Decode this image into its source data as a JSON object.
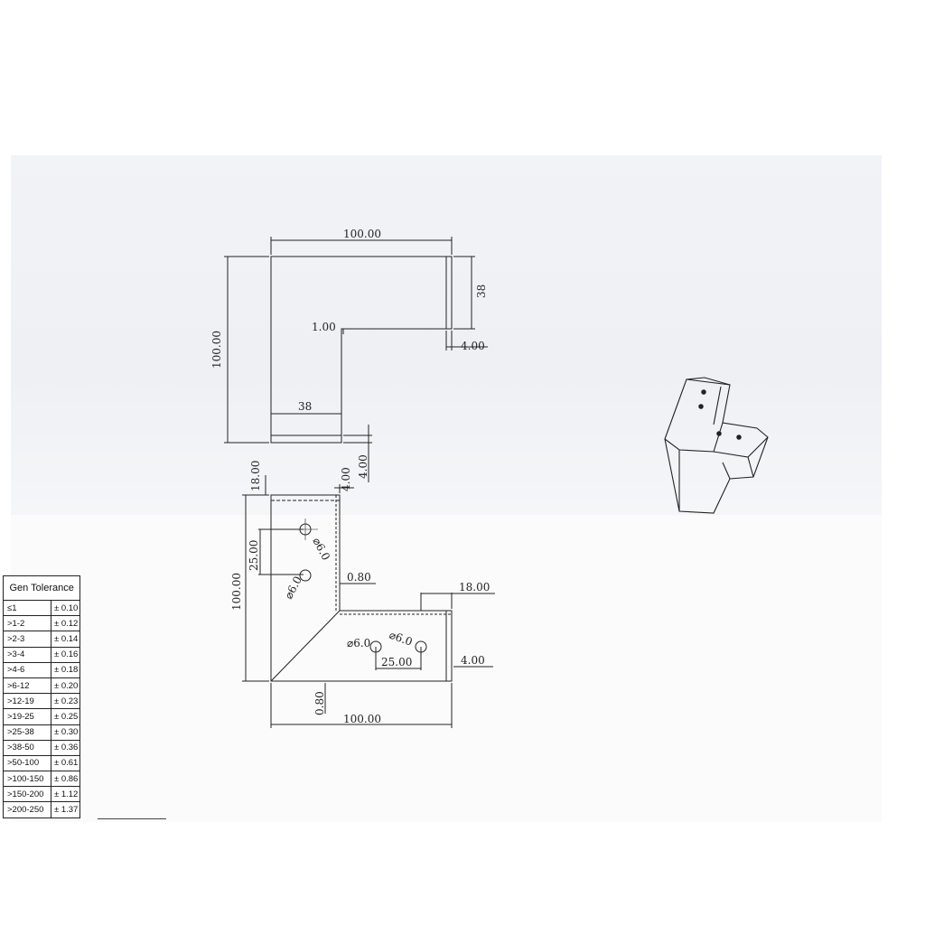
{
  "top_view": {
    "width_label": "100.00",
    "height_label": "100.00",
    "arm_depth_label": "38",
    "inner_arm_label": "38",
    "bend_label": "1.00",
    "thickness_right_label": "4.00",
    "thickness_bottom_label": "4.00"
  },
  "flat_view": {
    "flange_top_label": "18.00",
    "thickness_top_label": "4.00",
    "hole_spacing_vertical_label": "25.00",
    "height_label": "100.00",
    "gap_right_label": "0.80",
    "flange_right_label": "18.00",
    "hole_spacing_horizontal_label": "25.00",
    "thickness_right_label": "4.00",
    "gap_bottom_label": "0.80",
    "width_label": "100.00",
    "hole_labels": [
      "⌀6.0",
      "⌀6.0",
      "⌀6.0",
      "⌀6.0"
    ]
  },
  "tolerance_table": {
    "title": "Gen Tolerance",
    "rows": [
      {
        "range": "≤1",
        "value": "± 0.10"
      },
      {
        "range": ">1-2",
        "value": "± 0.12"
      },
      {
        "range": ">2-3",
        "value": "± 0.14"
      },
      {
        "range": ">3-4",
        "value": "± 0.16"
      },
      {
        "range": ">4-6",
        "value": "± 0.18"
      },
      {
        "range": ">6-12",
        "value": "± 0.20"
      },
      {
        "range": ">12-19",
        "value": "± 0.23"
      },
      {
        "range": ">19-25",
        "value": "± 0.25"
      },
      {
        "range": ">25-38",
        "value": "± 0.30"
      },
      {
        "range": ">38-50",
        "value": "± 0.36"
      },
      {
        "range": ">50-100",
        "value": "± 0.61"
      },
      {
        "range": ">100-150",
        "value": "± 0.86"
      },
      {
        "range": ">150-200",
        "value": "± 1.12"
      },
      {
        "range": ">200-250",
        "value": "± 1.37"
      }
    ]
  },
  "colors": {
    "line": "#222222",
    "sheet_tint": "#eef0f4",
    "paper": "#ffffff"
  }
}
